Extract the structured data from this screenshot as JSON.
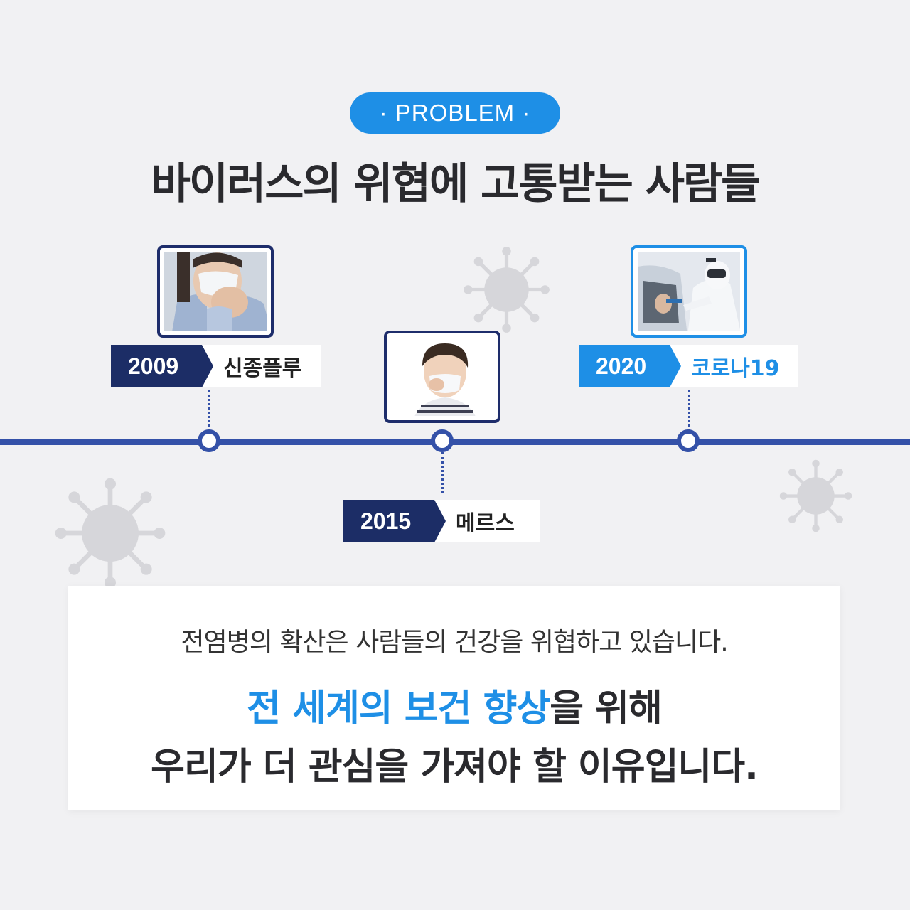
{
  "badge": "· PROBLEM ·",
  "title": "바이러스의 위협에 고통받는 사람들",
  "timeline": [
    {
      "year": "2009",
      "event": "신종플루"
    },
    {
      "year": "2015",
      "event": "메르스"
    },
    {
      "year": "2020",
      "event": "코로나19"
    }
  ],
  "message": {
    "line1": "전염병의 확산은 사람들의 건강을 위협하고 있습니다.",
    "line2_highlight": "전 세계의 보건 향상",
    "line2_rest": "을 위해",
    "line3": "우리가 더 관심을 가져야 할 이유입니다."
  },
  "colors": {
    "navy": "#1c2d66",
    "blue": "#1e8fe6",
    "line": "#3451a8",
    "background": "#f1f1f3"
  },
  "icons": [
    "virus-icon"
  ]
}
